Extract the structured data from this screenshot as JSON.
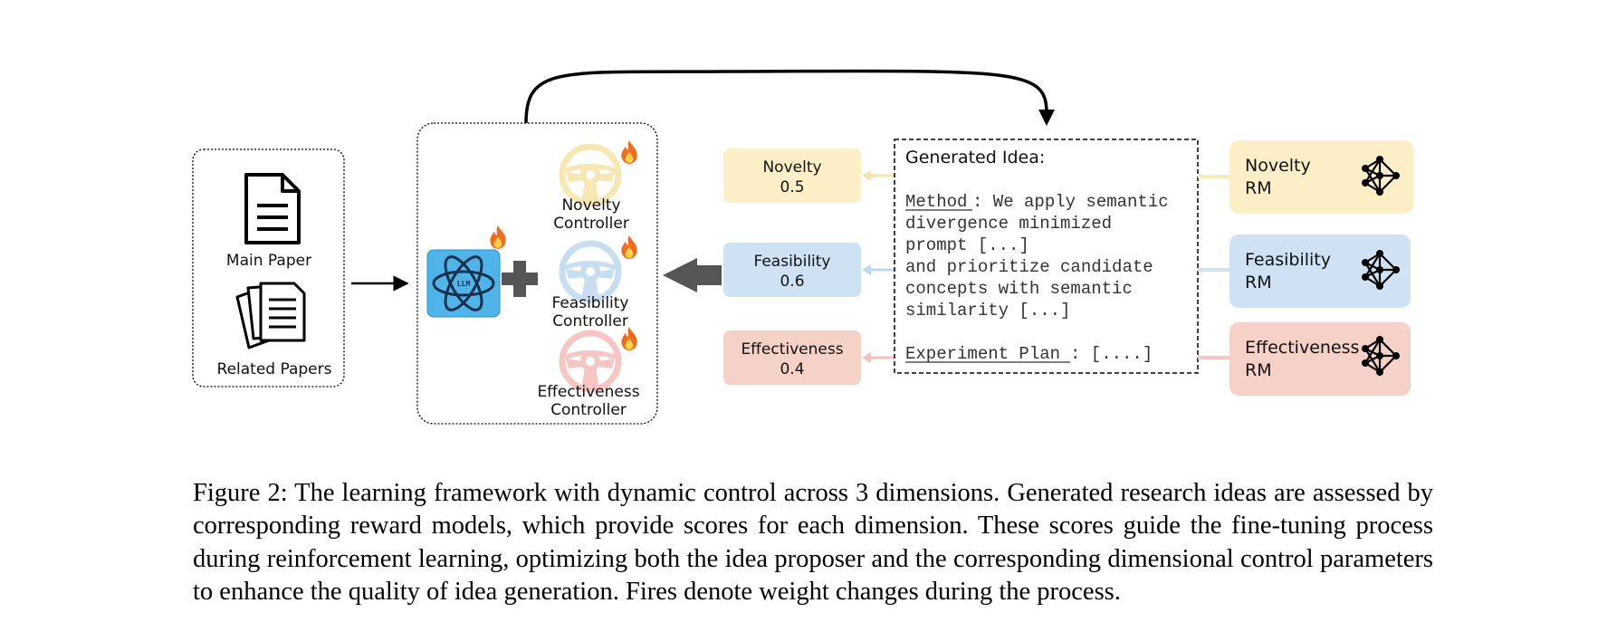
{
  "inputs": {
    "main_paper": "Main Paper",
    "related_papers": "Related Papers"
  },
  "model": {
    "llm_label": "LLM",
    "controllers": [
      {
        "line1": "Novelty",
        "line2": "Controller",
        "color": "#f9ecc0"
      },
      {
        "line1": "Feasibility",
        "line2": "Controller",
        "color": "#cfe2f3"
      },
      {
        "line1": "Effectiveness",
        "line2": "Controller",
        "color": "#f6c9c7"
      }
    ]
  },
  "scores": [
    {
      "name": "Novelty",
      "value": "0.5",
      "color": "#fcefc7"
    },
    {
      "name": "Feasibility",
      "value": "0.6",
      "color": "#cfe2f3"
    },
    {
      "name": "Effectiveness",
      "value": "0.4",
      "color": "#f6d1c8"
    }
  ],
  "idea": {
    "title": "Generated Idea:",
    "method_label": "Method",
    "method_rest": ": We apply semantic",
    "lines": [
      "divergence minimized",
      "prompt [...]",
      "and prioritize candidate",
      "concepts with semantic",
      "similarity [...]"
    ],
    "plan_label": "Experiment Plan",
    "plan_rest": ": [....]"
  },
  "reward_models": [
    {
      "line1": "Novelty",
      "line2": "RM",
      "color": "#fcefc7"
    },
    {
      "line1": "Feasibility",
      "line2": "RM",
      "color": "#cfe2f3"
    },
    {
      "line1": "Effectiveness",
      "line2": "RM",
      "color": "#f6d1c8"
    }
  ],
  "icons": [
    "document-icon",
    "papers-icon",
    "atom-icon",
    "fire-icon",
    "plus-icon",
    "steering-wheel-icon",
    "neural-network-icon"
  ],
  "caption": "Figure 2: The learning framework with dynamic control across 3 dimensions. Generated research ideas are assessed by corresponding reward models, which provide scores for each dimension. These scores guide the fine-tuning process during reinforcement learning, optimizing both the idea proposer and the corresponding dimensional control parameters to enhance the quality of idea generation. Fires denote weight changes during the process."
}
